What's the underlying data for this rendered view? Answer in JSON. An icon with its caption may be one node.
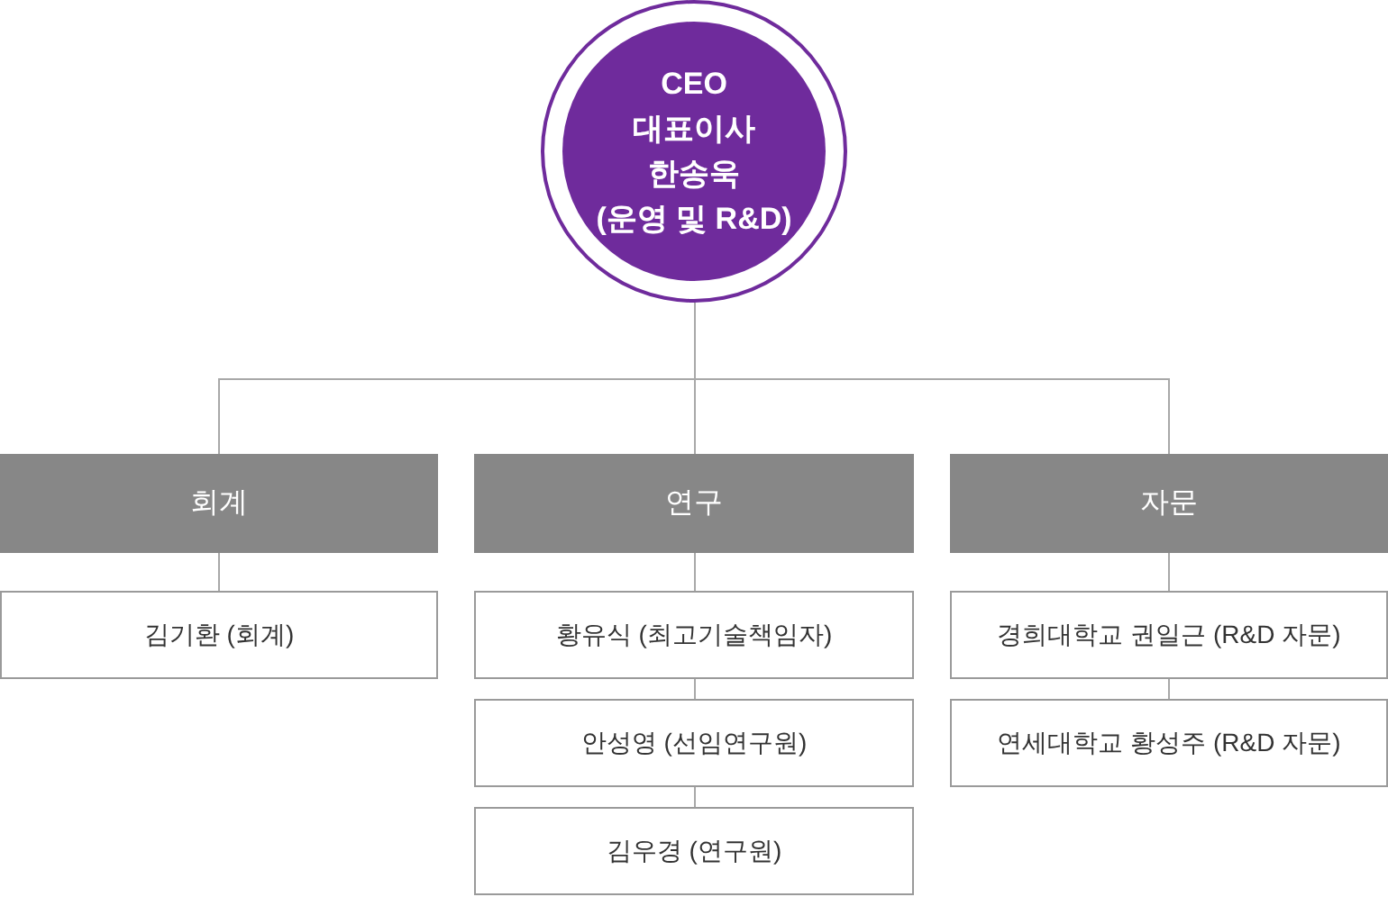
{
  "diagram": {
    "nodes": [
      {
        "text": [
          "CEO",
          "대표이사",
          "한송욱",
          "(운영 및 R&D)"
        ]
      },
      {
        "text": [
          "회계"
        ]
      },
      {
        "text": [
          "연구"
        ]
      },
      {
        "text": [
          "자문"
        ]
      },
      {
        "text": [
          "김기환 (회계)"
        ]
      },
      {
        "text": [
          "황유식 (최고기술책임자)"
        ]
      },
      {
        "text": [
          "경희대학교 권일근 (R&D 자문)"
        ]
      },
      {
        "text": [
          "안성영 (선임연구원)"
        ]
      },
      {
        "text": [
          "연세대학교 황성주 (R&D 자문)"
        ]
      },
      {
        "text": [
          "김우경 (연구원)"
        ]
      }
    ],
    "edges": [
      {
        "from": 0,
        "to": 1,
        "arrow": "none"
      },
      {
        "from": 0,
        "to": 2,
        "arrow": "none"
      },
      {
        "from": 0,
        "to": 3,
        "arrow": "none"
      },
      {
        "from": 1,
        "to": 4,
        "arrow": "none"
      },
      {
        "from": 2,
        "to": 5,
        "arrow": "none"
      },
      {
        "from": 3,
        "to": 6,
        "arrow": "none"
      },
      {
        "from": 5,
        "to": 7,
        "arrow": "none"
      },
      {
        "from": 6,
        "to": 8,
        "arrow": "none"
      },
      {
        "from": 7,
        "to": 9,
        "arrow": "none"
      }
    ]
  }
}
